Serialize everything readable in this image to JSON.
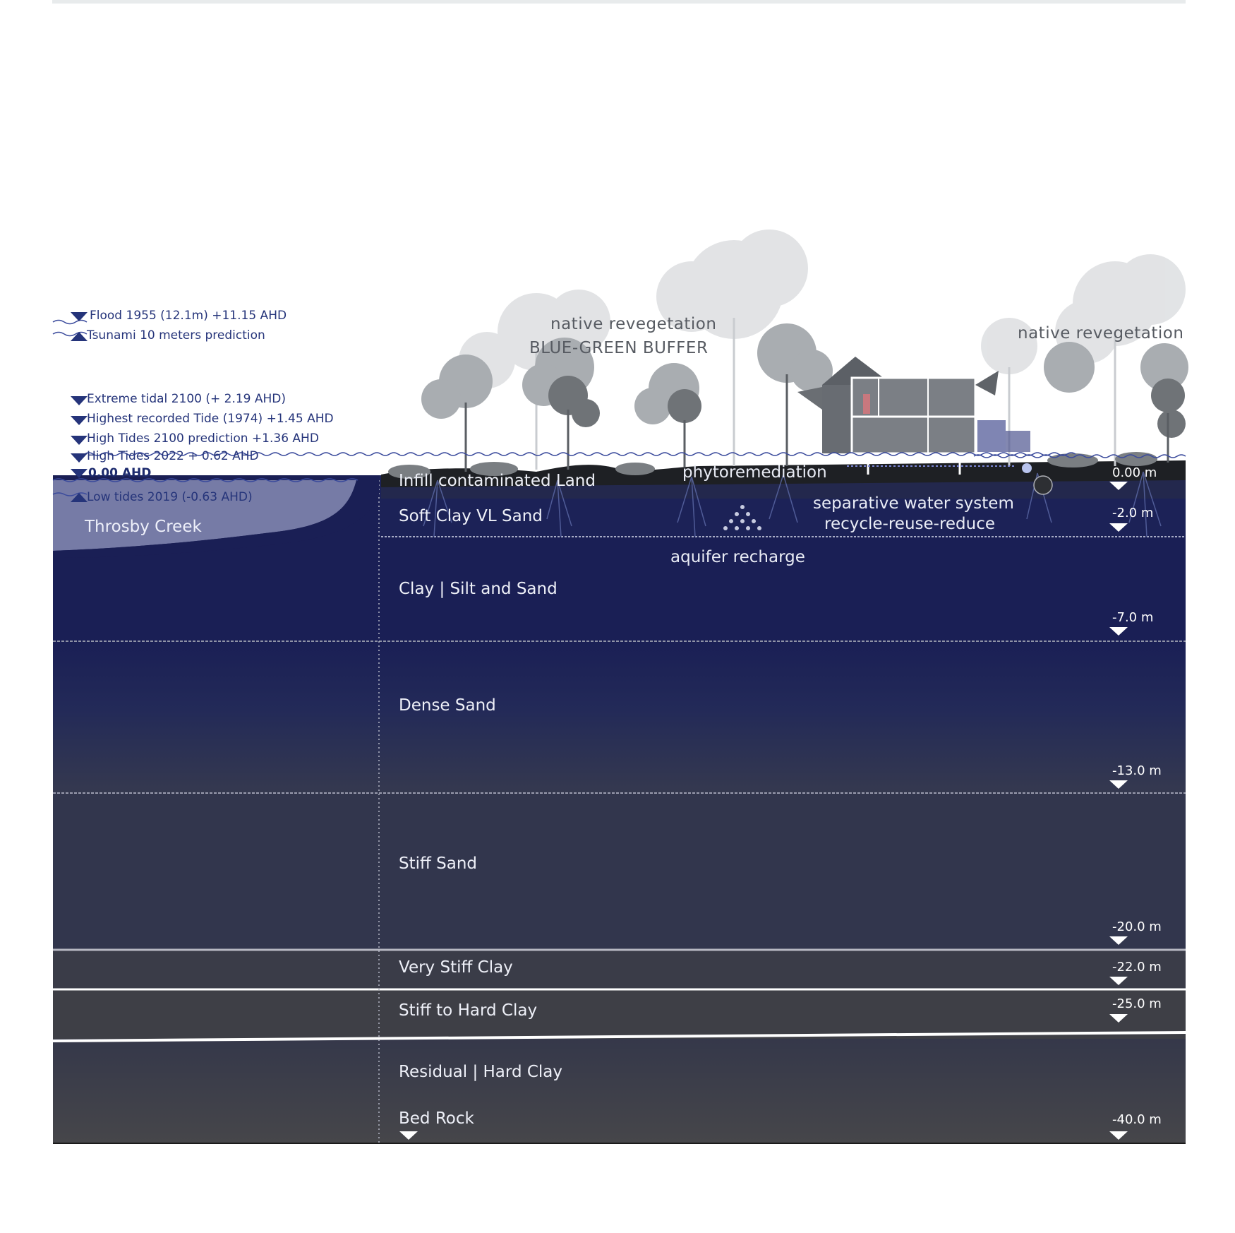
{
  "water_levels": [
    {
      "label": "Flood 1955 (12.1m) +11.15 AHD",
      "marker": "down-triangle"
    },
    {
      "label": "Tsunami 10 meters prediction",
      "marker": "up-triangle"
    },
    {
      "label": "Extreme tidal 2100  (+ 2.19 AHD)",
      "marker": "down-triangle"
    },
    {
      "label": "Highest recorded Tide (1974) +1.45 AHD",
      "marker": "down-triangle"
    },
    {
      "label": "High Tides 2100 prediction +1.36 AHD",
      "marker": "down-triangle"
    },
    {
      "label": "High Tides 2022 + 0.62 AHD",
      "marker": "down-triangle"
    },
    {
      "label": "0.00 AHD",
      "marker": "down-triangle"
    },
    {
      "label": "Low tides 2019 (-0.63 AHD)",
      "marker": "up-triangle"
    }
  ],
  "creek": {
    "label": "Throsby Creek"
  },
  "annotations": {
    "native_left": "native revegetation",
    "buffer": "BLUE-GREEN BUFFER",
    "native_right": "native revegetation",
    "phyto": "phytoremediation",
    "water_system_1": "separative water system",
    "water_system_2": "recycle-reuse-reduce",
    "aquifer": "aquifer recharge"
  },
  "soil_layers": [
    {
      "label": "Infill contaminated Land",
      "color": "#252a55"
    },
    {
      "label": "Soft Clay VL Sand",
      "color": "#1f2559"
    },
    {
      "label": "Clay | Silt and Sand",
      "color": "#1c2253"
    },
    {
      "label": "Dense Sand",
      "color": "#232a56"
    },
    {
      "label": "Stiff Sand",
      "color": "#33374d"
    },
    {
      "label": "Very Stiff Clay",
      "color": "#3a3c48"
    },
    {
      "label": "Stiff to Hard Clay",
      "color": "#3f4046"
    },
    {
      "label": "Residual | Hard Clay",
      "color": "#454548"
    },
    {
      "label": "Bed Rock",
      "color": "#454548"
    }
  ],
  "depth_markers": [
    "0.00 m",
    "-2.0 m",
    "-7.0 m",
    "-13.0 m",
    "-20.0 m",
    "-22.0 m",
    "-25.0 m",
    "-40.0 m"
  ],
  "colors": {
    "water_label": "#25347a",
    "ground_dark": "#1d1f22",
    "creek_water": "#757aa4",
    "tree": "#8e9296",
    "house": "#63676d"
  }
}
